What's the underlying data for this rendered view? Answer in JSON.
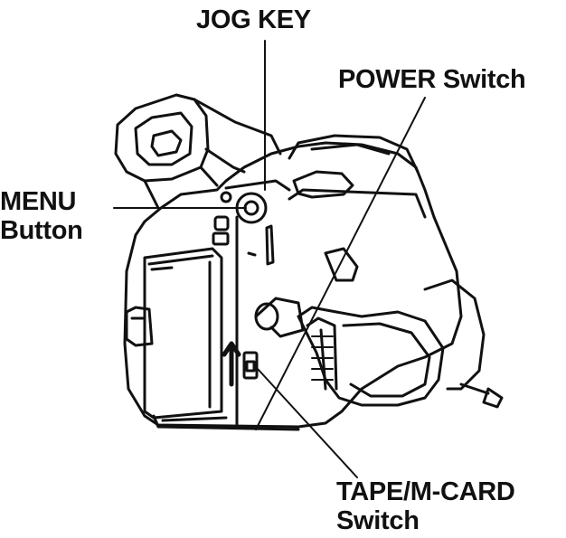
{
  "diagram": {
    "labels": {
      "jog_key": "JOG KEY",
      "power_switch": "POWER Switch",
      "menu_button_line1": "MENU",
      "menu_button_line2": "Button",
      "tape_mcard_line1": "TAPE/M-CARD",
      "tape_mcard_line2": "Switch"
    },
    "colors": {
      "ink": "#111111",
      "background": "#ffffff"
    }
  }
}
